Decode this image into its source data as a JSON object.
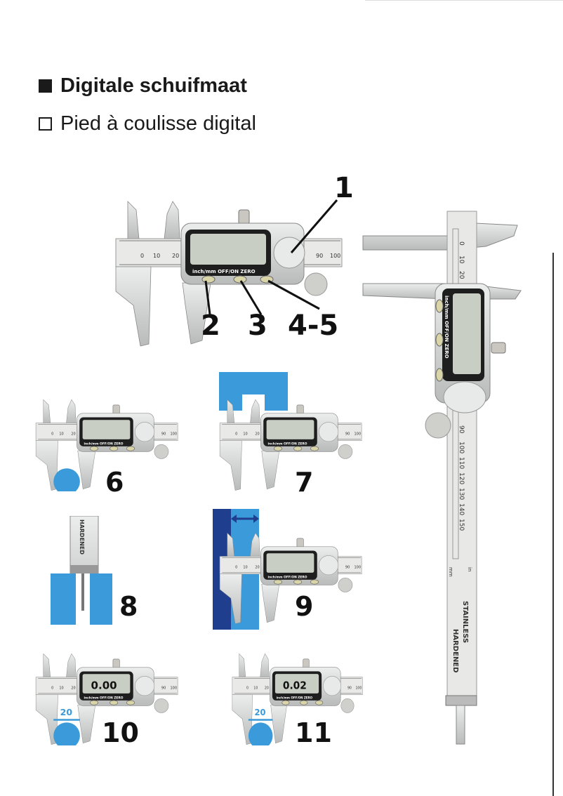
{
  "heading": {
    "dutch": "Digitale schuifmaat",
    "french": "Pied à coulisse digital"
  },
  "callouts": {
    "main": [
      "1",
      "2",
      "3",
      "4-5"
    ],
    "steps": [
      "6",
      "7",
      "8",
      "9",
      "10",
      "11"
    ]
  },
  "caliper": {
    "buttons": [
      "inch/mm",
      "OFF/ON",
      "ZERO"
    ],
    "scale_labels": [
      "0",
      "10",
      "20",
      "90",
      "100",
      "110",
      "120",
      "130",
      "140",
      "150"
    ],
    "unit_mm": "mm",
    "unit_in": "in",
    "stamp_1": "STAINLESS",
    "stamp_2": "HARDENED"
  },
  "step_figures": {
    "step10_reading": "0.00",
    "step11_reading": "0.02",
    "step10_dimension": "20",
    "step11_dimension": "20"
  },
  "colors": {
    "blue": "#3b9ad9",
    "dark_blue": "#1f3f8e",
    "steel": "#d4d5d4"
  }
}
